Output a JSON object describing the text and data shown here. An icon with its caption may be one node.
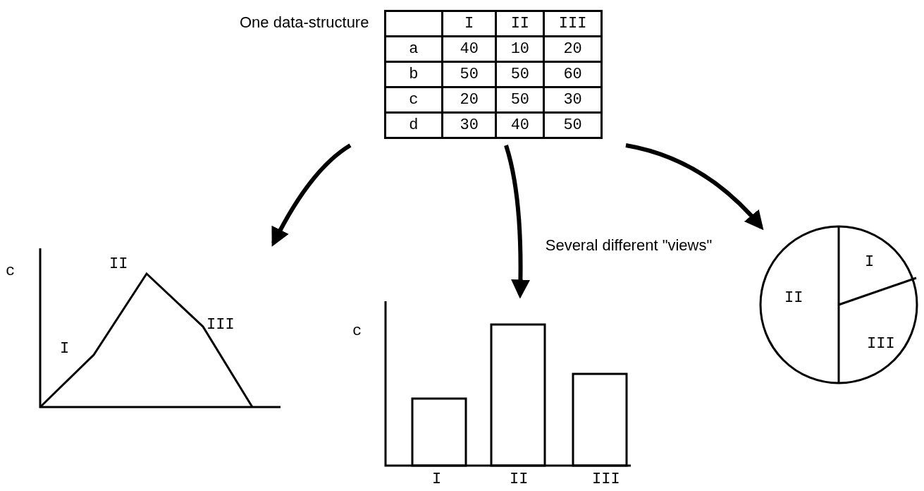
{
  "diagram": {
    "nodes": [
      {
        "text": [
          "One data-structure"
        ]
      },
      {
        "text": [
          "c",
          "II",
          "I",
          "III"
        ]
      },
      {
        "text": [
          "c",
          "I",
          "II",
          "III"
        ]
      },
      {
        "text": [
          "II",
          "I",
          "III"
        ]
      }
    ],
    "edges": [
      {
        "from": 0,
        "to": 1,
        "arrow": "to"
      },
      {
        "from": 0,
        "to": 2,
        "arrow": "to"
      },
      {
        "from": 0,
        "to": 3,
        "arrow": "to"
      }
    ],
    "labels": [
      "I",
      "II",
      "III",
      "a",
      "40",
      "10",
      "20",
      "b",
      "50",
      "50",
      "60",
      "c",
      "20",
      "50",
      "30",
      "d",
      "30",
      "40",
      "50",
      "Several different \"views\""
    ]
  }
}
